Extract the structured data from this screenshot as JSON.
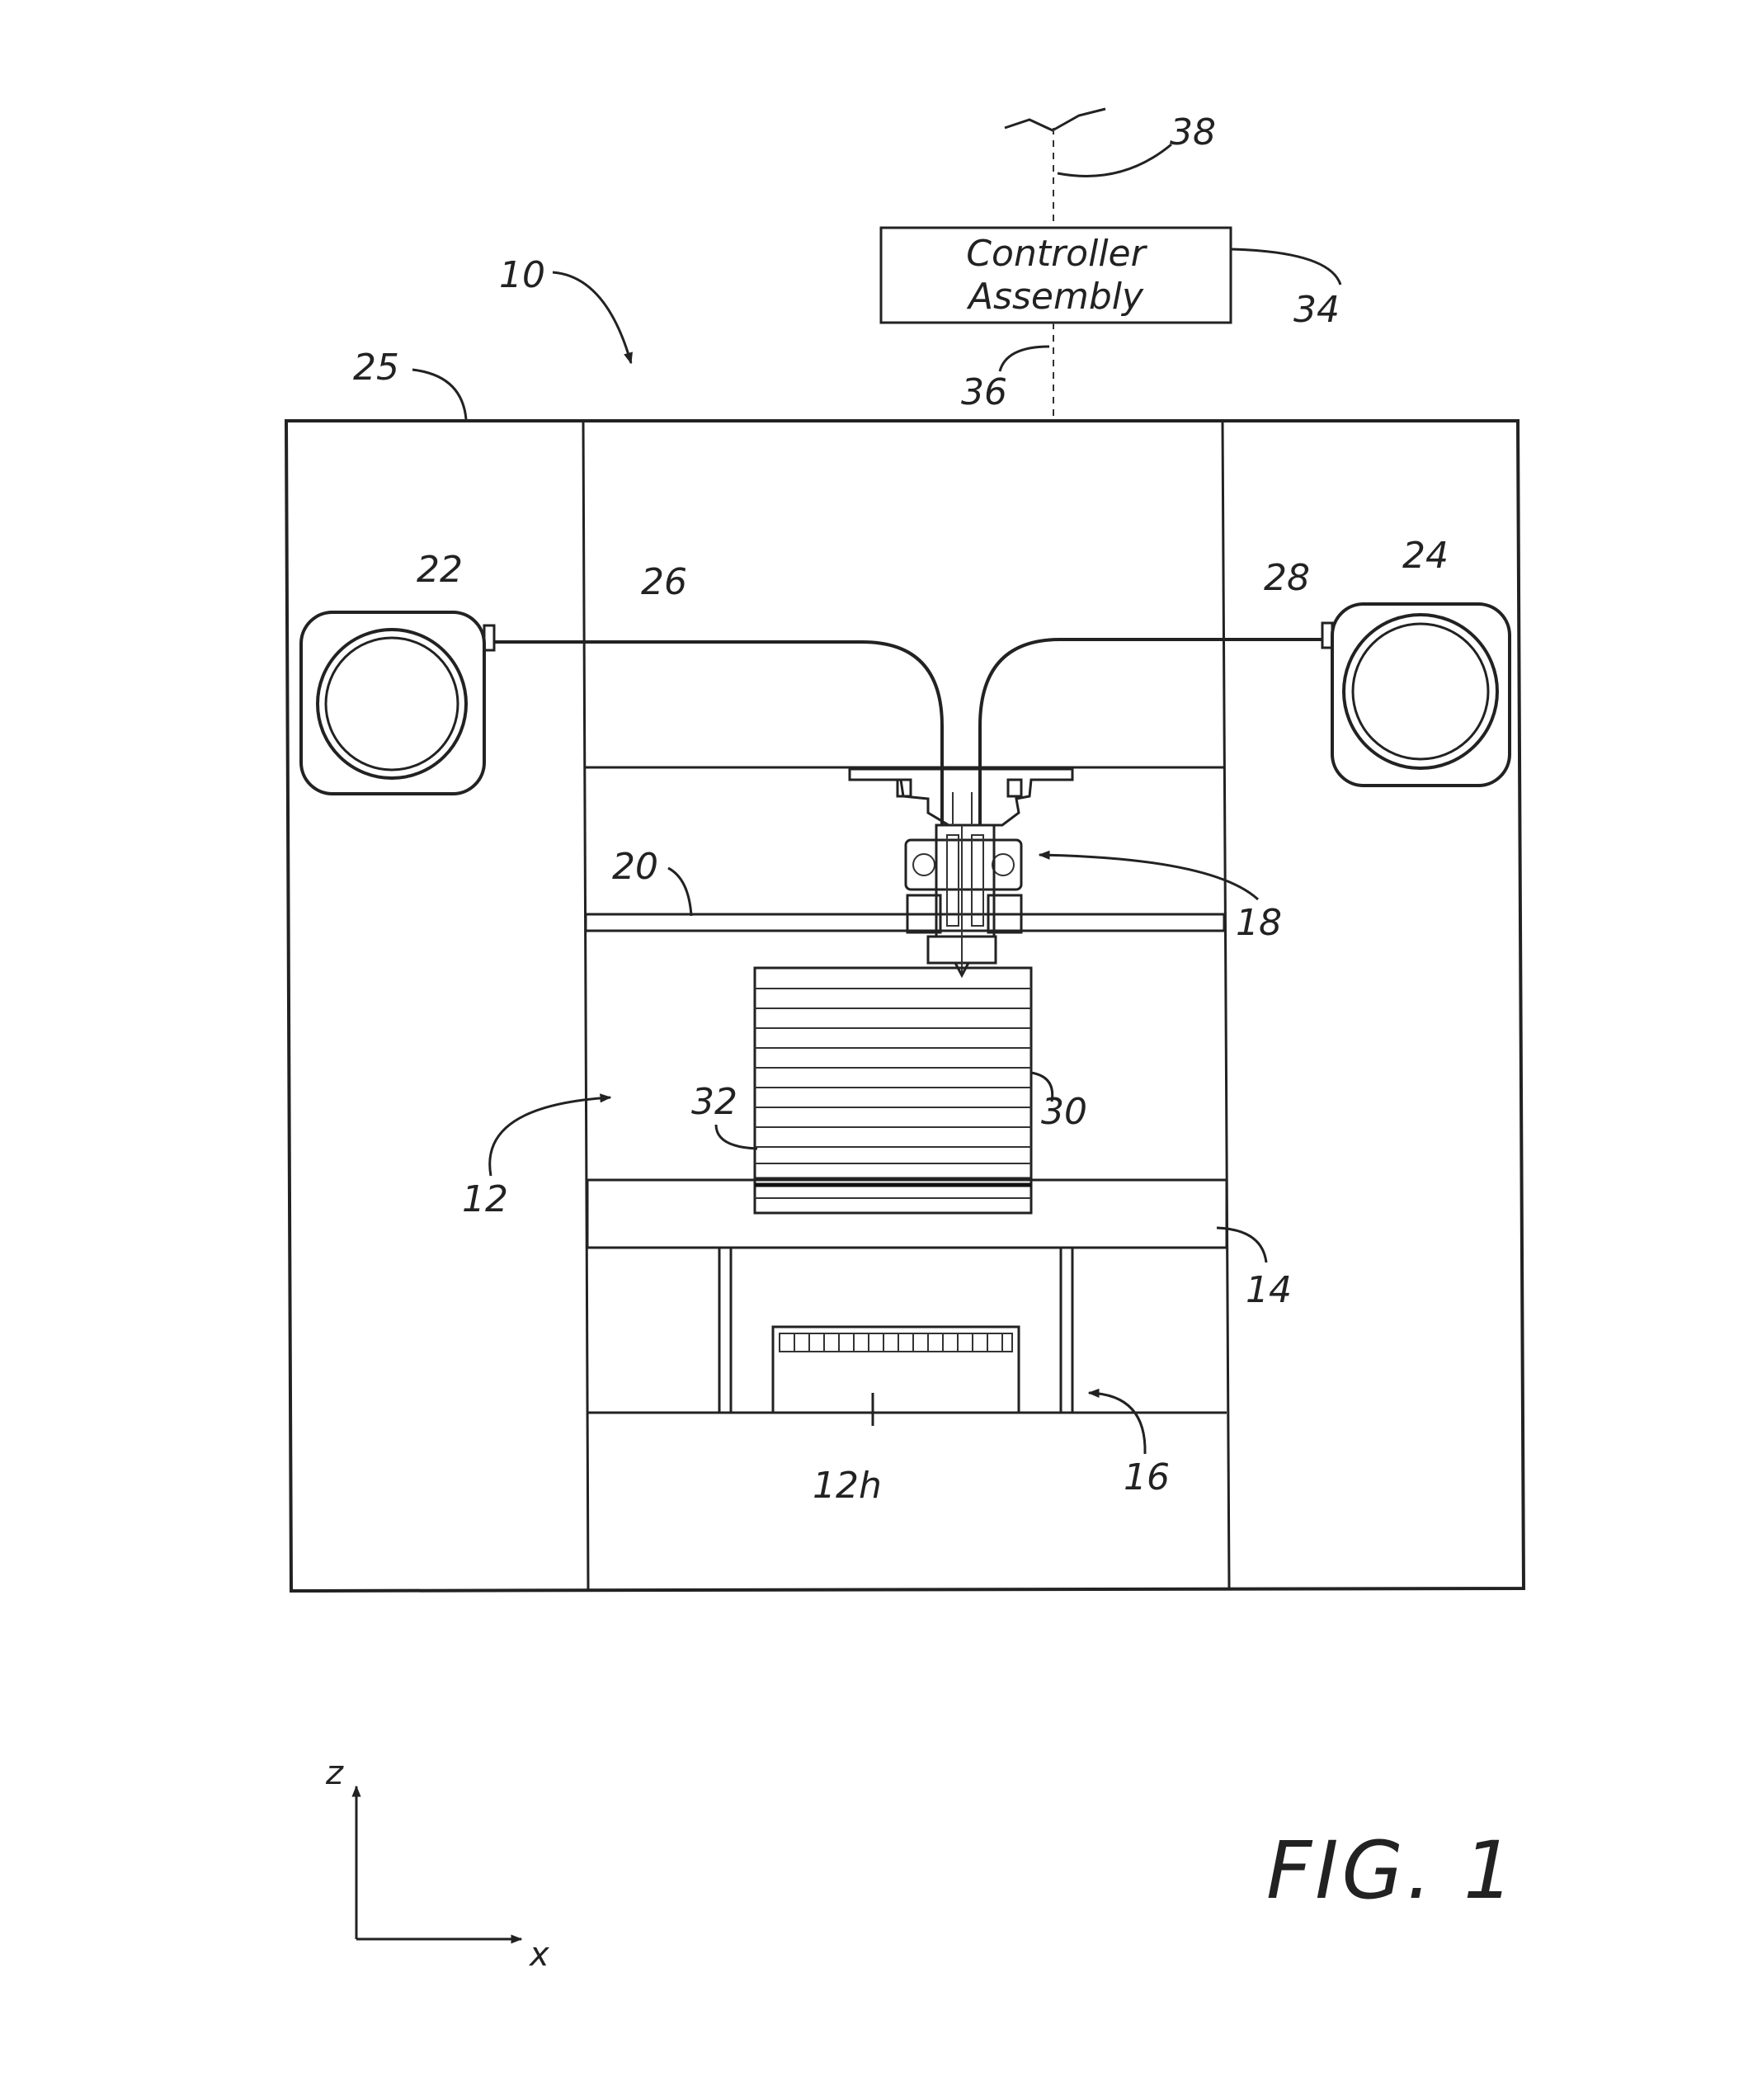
{
  "figure_label": "FIG. 1",
  "controller_box": {
    "line1": "Controller",
    "line2": "Assembly"
  },
  "axes": {
    "vertical": "z",
    "horizontal": "x"
  },
  "refs": {
    "r10": "10",
    "r12": "12",
    "r12h": "12h",
    "r14": "14",
    "r16": "16",
    "r18": "18",
    "r20": "20",
    "r22": "22",
    "r24": "24",
    "r25": "25",
    "r26": "26",
    "r28": "28",
    "r30": "30",
    "r32": "32",
    "r34": "34",
    "r36": "36",
    "r38": "38"
  },
  "colors": {
    "ink": "#222222",
    "paper": "#ffffff"
  }
}
